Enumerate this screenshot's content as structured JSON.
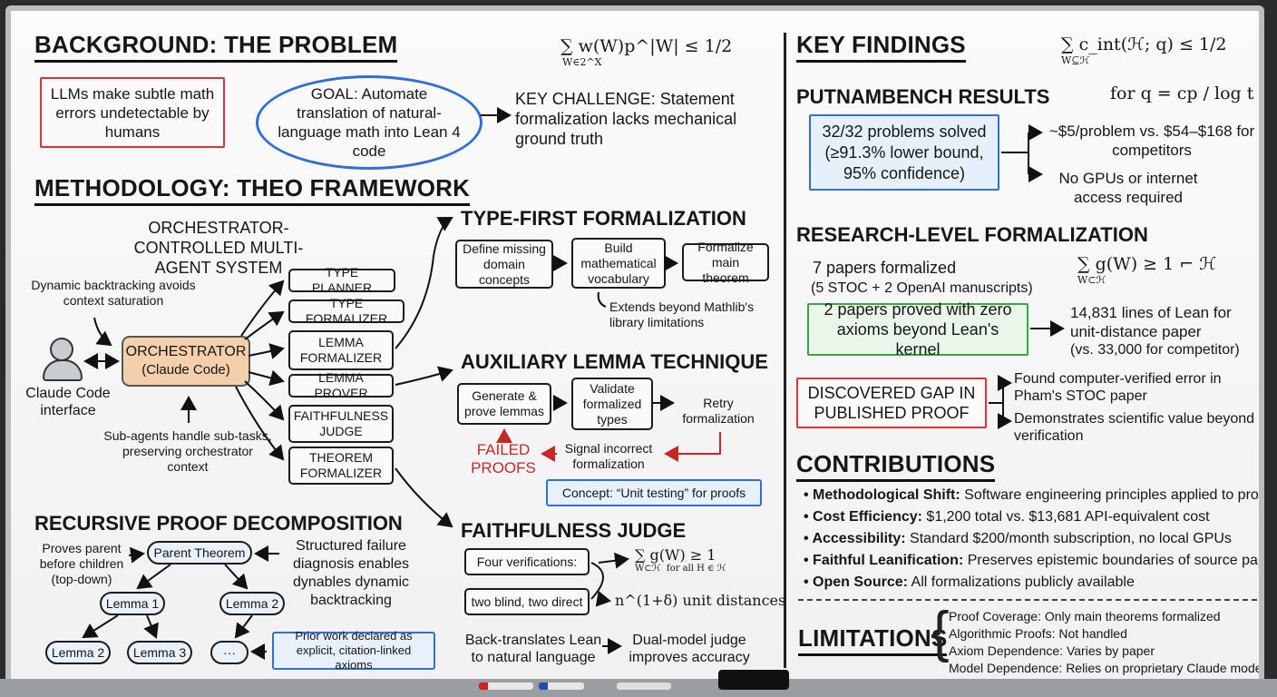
{
  "background": {
    "title": "BACKGROUND: THE PROBLEM",
    "formula": "∑ w(W)p^|W| ≤ 1/2",
    "formula_sub": "W∈2^X",
    "problem": "LLMs make subtle math errors undetectable by humans",
    "goal": "GOAL: Automate translation of natural-language math into Lean 4 code",
    "challenge": "KEY CHALLENGE: Statement formalization lacks mechanical ground truth"
  },
  "methodology": {
    "title": "METHODOLOGY: THEO FRAMEWORK",
    "system_title": "ORCHESTRATOR-CONTROLLED MULTI-AGENT SYSTEM",
    "note_backtracking": "Dynamic backtracking avoids context saturation",
    "user_label": "Claude Code interface",
    "orchestrator_line1": "ORCHESTRATOR",
    "orchestrator_line2": "(Claude Code)",
    "note_subagents": "Sub-agents handle sub-tasks, preserving orchestrator context",
    "agents": [
      "TYPE PLANNER",
      "TYPE FORMALIZER",
      "LEMMA FORMALIZER",
      "LEMMA PROVER",
      "FAITHFULNESS JUDGE",
      "THEOREM FORMALIZER"
    ]
  },
  "type_first": {
    "title": "TYPE-FIRST FORMALIZATION",
    "steps": [
      "Define missing domain concepts",
      "Build mathematical vocabulary",
      "Formalize main theorem"
    ],
    "note": "Extends beyond Mathlib's library limitations"
  },
  "aux_lemma": {
    "title": "AUXILIARY LEMMA TECHNIQUE",
    "generate": "Generate & prove lemmas",
    "validate": "Validate formalized types",
    "retry": "Retry formalization",
    "failed": "FAILED PROOFS",
    "signal": "Signal incorrect formalization",
    "concept": "Concept: “Unit testing” for proofs"
  },
  "faithfulness": {
    "title": "FAITHFULNESS JUDGE",
    "four": "Four verifications:",
    "blind": "two blind, two direct",
    "formula": "∑ g(W) ≥ 1",
    "formula_sub": "W⊂ℋ",
    "formula_cond": "for all H ∈ ℋ",
    "formula2": "n^(1+δ) unit distances",
    "back": "Back-translates Lean to natural language",
    "dual": "Dual-model judge improves accuracy"
  },
  "recursive": {
    "title": "RECURSIVE PROOF DECOMPOSITION",
    "note_parent": "Proves parent before children (top-down)",
    "parent": "Parent Theorem",
    "note_structured": "Structured failure diagnosis enables dynables dynamic backtracking",
    "lemma1": "Lemma 1",
    "lemma2": "Lemma 2",
    "lemma2b": "Lemma 2",
    "lemma3": "Lemma 3",
    "ellipsis": "···",
    "prior": "Prior work declared as explicit, citation-linked axioms"
  },
  "findings": {
    "title": "KEY FINDINGS",
    "formula": "∑ c_int(ℋ; q) ≤ 1/2",
    "formula_sub": "W⊆ℋ",
    "formula_cond": "for q = cp / log t",
    "putnam_title": "PUTNAMBENCH RESULTS",
    "putnam_box": "32/32 problems solved (≥91.3% lower bound, 95% confidence)",
    "cost": "~$5/problem vs. $54–$168 for competitors",
    "nogpu": "No GPUs or internet access required",
    "research_title": "RESEARCH-LEVEL FORMALIZATION",
    "papers": "7 papers formalized",
    "papers_detail": "(5 STOC + 2 OpenAI manuscripts)",
    "formula2": "∑ g(W) ≥ 1 ⌐ ℋ",
    "formula2_sub": "W⊂ℋ",
    "zero_axioms": "2 papers proved with zero axioms beyond Lean's kernel",
    "lines": "14,831 lines of Lean for unit-distance paper",
    "lines_detail": "(vs. 33,000 for competitor)",
    "gap": "DISCOVERED GAP IN PUBLISHED PROOF",
    "found": "Found computer-verified error in Pham's STOC paper",
    "demonstrates": "Demonstrates scientific value beyond verification"
  },
  "contributions": {
    "title": "CONTRIBUTIONS",
    "items": [
      {
        "label": "Methodological Shift:",
        "text": " Software engineering principles applied to proofs"
      },
      {
        "label": "Cost Efficiency:",
        "text": " $1,200 total vs. $13,681 API-equivalent cost"
      },
      {
        "label": "Accessibility:",
        "text": " Standard $200/month subscription, no local GPUs"
      },
      {
        "label": "Faithful Leanification:",
        "text": " Preserves epistemic boundaries of source papers"
      },
      {
        "label": "Open Source:",
        "text": " All formalizations publicly available"
      }
    ]
  },
  "limitations": {
    "title": "LIMITATIONS",
    "items": [
      "Proof Coverage: Only main theorems formalized",
      "Algorithmic Proofs: Not handled",
      "Axiom Dependence: Varies by paper",
      "Model Dependence: Relies on proprietary Claude models"
    ]
  }
}
